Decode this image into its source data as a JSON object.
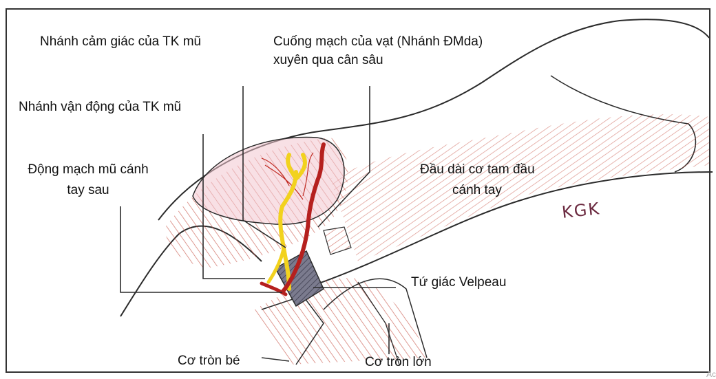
{
  "labels": {
    "sensory_branch": "Nhánh cảm giác của TK mũ",
    "pedicle_line1": "Cuống mạch của vạt (Nhánh ĐMda)",
    "pedicle_line2": "xuyên qua cân sâu",
    "motor_branch": "Nhánh vận động của TK mũ",
    "artery_line1": "Động mạch mũ cánh",
    "artery_line2": "tay sau",
    "triceps_line1": "Đầu dài cơ tam đầu",
    "triceps_line2": "cánh tay",
    "velpeau": "Tứ giác Velpeau",
    "teres_minor": "Cơ tròn bé",
    "teres_major": "Cơ tròn lớn"
  },
  "signature": "KGK",
  "watermark": "Ac",
  "colors": {
    "muscle_hatch": "#c9574a",
    "skin_pink": "#f3c7cf",
    "nerve_yellow": "#f2d21e",
    "artery_red": "#b5201e",
    "quadrangle_gray": "#5f5f72",
    "outline": "#2b2b2b"
  }
}
